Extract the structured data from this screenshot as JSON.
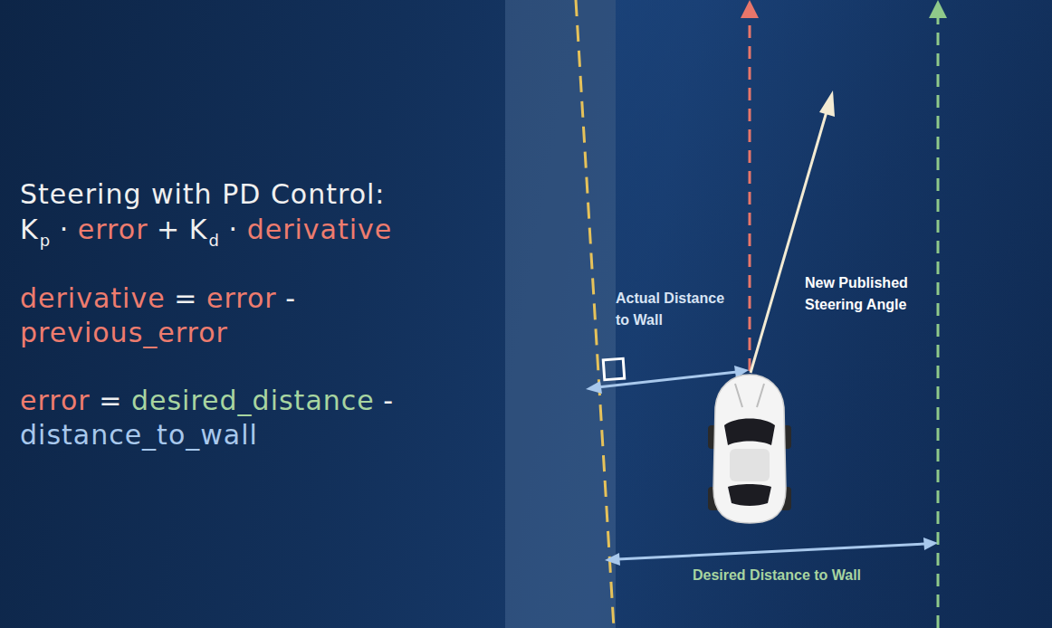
{
  "diagram": {
    "title": "Steering with PD Control:",
    "labels": [
      "K",
      "p",
      "·",
      "error",
      "+",
      "K",
      "d",
      "·",
      "derivative",
      "derivative",
      "=",
      "error",
      "-",
      "previous_error",
      "error",
      "=",
      "desired_distance",
      "-",
      "distance_to_wall",
      "Actual Distance to Wall",
      "New Published Steering Angle",
      "Desired Distance to Wall"
    ]
  }
}
